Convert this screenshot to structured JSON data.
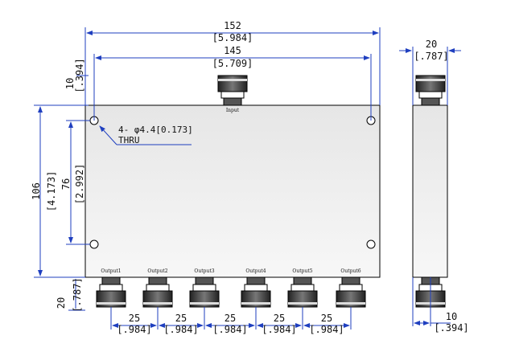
{
  "dimensions": {
    "overall_width_mm": "152",
    "overall_width_in": "[5.984]",
    "hole_span_mm": "145",
    "hole_span_in": "[5.709]",
    "top_offset_mm": "10",
    "top_offset_in": "[.394]",
    "body_height_mm": "106",
    "body_height_in": "[4.173]",
    "hole_vspan_mm": "76",
    "hole_vspan_in": "[2.992]",
    "bottom_offset_mm": "20",
    "bottom_offset_in": "[.787]",
    "pitch_mm": "25",
    "pitch_in": "[.984]",
    "side_width_mm": "20",
    "side_width_in": "[.787]",
    "side_conn_mm": "10",
    "side_conn_in": "[.394]"
  },
  "callout": {
    "line1": "4- φ4.4[0.173]",
    "line2": "THRU"
  },
  "ports": {
    "input": "Input",
    "outputs": [
      "Output1",
      "Output2",
      "Output3",
      "Output4",
      "Output5",
      "Output6"
    ]
  }
}
